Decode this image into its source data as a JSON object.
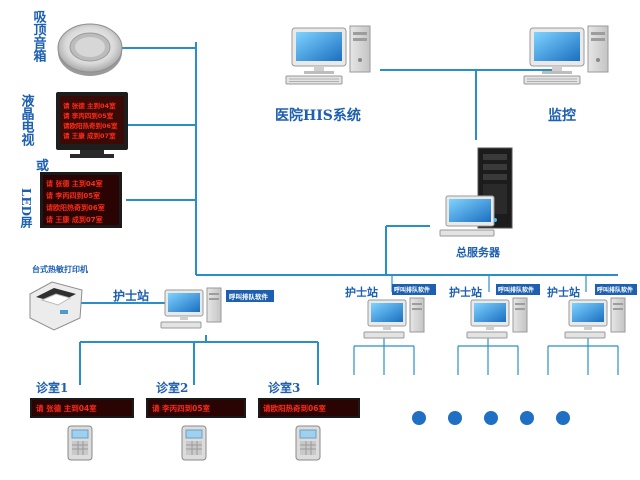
{
  "labels": {
    "speaker": "吸顶音箱",
    "lcd_tv": "液晶电视",
    "lcd_tv_extra": "或",
    "led_screen": "LED屏",
    "printer": "台式热敏打印机",
    "his": "医院HIS系统",
    "monitor": "监控",
    "server": "总服务器",
    "nurse_station": "护士站",
    "clinic_1": "诊室1",
    "clinic_2": "诊室2",
    "clinic_3": "诊室3"
  },
  "software_tag": "呼叫排队软件",
  "tv_screen_lines": [
    "请  张德  主到04室",
    "请  李丙四到05室",
    "请欧阳热奇到06室",
    "请  王康  成到07室"
  ],
  "led_lines": [
    "请  张德  主到04室",
    "请  李丙四到05室",
    "请欧阳热奇到06室",
    "请  王康  成到07室"
  ],
  "clinic_displays": [
    "请  张德  主到04室",
    "请  李丙四到05室",
    "请欧阳热奇到06室"
  ],
  "colors": {
    "line": "#2b8fc7",
    "label": "#1d5fb0",
    "led_red": "#ff2a1a",
    "dots": "#1f6fc4"
  }
}
